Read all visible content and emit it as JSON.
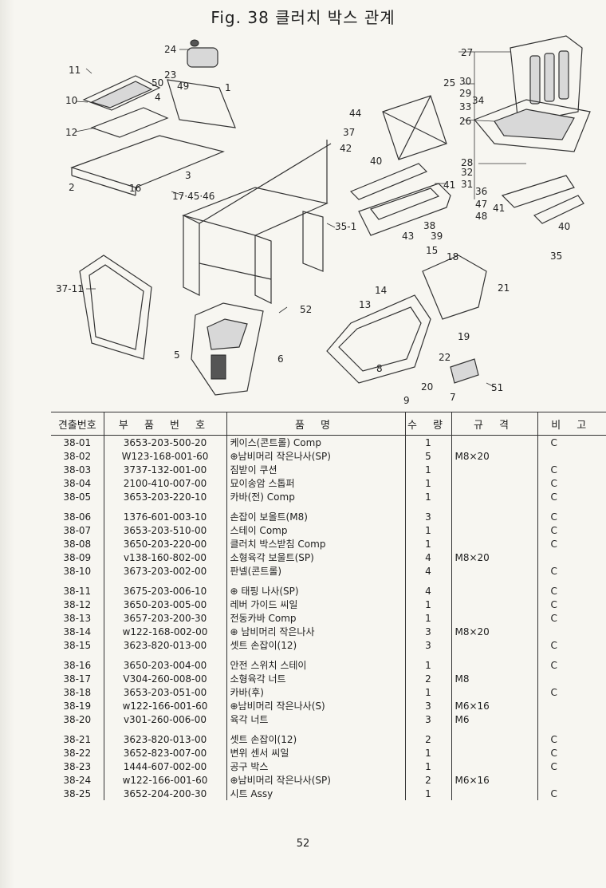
{
  "title": "Fig. 38  클러치 박스 관계",
  "callouts": [
    "24",
    "23",
    "11",
    "50",
    "49",
    "1",
    "10",
    "4",
    "12",
    "2",
    "3",
    "16",
    "17·45·46",
    "44",
    "37",
    "42",
    "40",
    "41",
    "43",
    "38",
    "39",
    "27",
    "25",
    "30",
    "29",
    "34",
    "33",
    "26",
    "28",
    "32",
    "31",
    "36",
    "47",
    "48",
    "41",
    "40",
    "35",
    "35-1",
    "37-11",
    "15",
    "18",
    "21",
    "14",
    "13",
    "52",
    "5",
    "6",
    "8",
    "9",
    "20",
    "22",
    "19",
    "7",
    "51"
  ],
  "table": {
    "headers": [
      "견출번호",
      "부 품 번 호",
      "품                명",
      "수 량",
      "규 격",
      "비 고"
    ],
    "groups": [
      [
        [
          "38-01",
          "3653-203-500-20",
          "케이스(콘트롤) Comp",
          "1",
          "",
          "C"
        ],
        [
          "38-02",
          "W123-168-001-60",
          "⊕남비머리 작은나사(SP)",
          "5",
          "M8×20",
          ""
        ],
        [
          "38-03",
          "3737-132-001-00",
          "짐받이 쿠션",
          "1",
          "",
          "C"
        ],
        [
          "38-04",
          "2100-410-007-00",
          "묘이송암 스톱퍼",
          "1",
          "",
          "C"
        ],
        [
          "38-05",
          "3653-203-220-10",
          "카바(전) Comp",
          "1",
          "",
          "C"
        ]
      ],
      [
        [
          "38-06",
          "1376-601-003-10",
          "손잡이 보올트(M8)",
          "3",
          "",
          "C"
        ],
        [
          "38-07",
          "3653-203-510-00",
          "스테이 Comp",
          "1",
          "",
          "C"
        ],
        [
          "38-08",
          "3650-203-220-00",
          "클러치 박스받침 Comp",
          "1",
          "",
          "C"
        ],
        [
          "38-09",
          "v138-160-802-00",
          "소형육각 보울트(SP)",
          "4",
          "M8×20",
          ""
        ],
        [
          "38-10",
          "3673-203-002-00",
          "판넬(콘트롤)",
          "4",
          "",
          "C"
        ]
      ],
      [
        [
          "38-11",
          "3675-203-006-10",
          "⊕ 태핑 나사(SP)",
          "4",
          "",
          "C"
        ],
        [
          "38-12",
          "3650-203-005-00",
          "레버 가이드 씨일",
          "1",
          "",
          "C"
        ],
        [
          "38-13",
          "3657-203-200-30",
          "전동카바 Comp",
          "1",
          "",
          "C"
        ],
        [
          "38-14",
          "w122-168-002-00",
          "⊕ 남비머리 작은나사",
          "3",
          "M8×20",
          ""
        ],
        [
          "38-15",
          "3623-820-013-00",
          "셋트 손잡이(12)",
          "3",
          "",
          "C"
        ]
      ],
      [
        [
          "38-16",
          "3650-203-004-00",
          "안전 스위치 스테이",
          "1",
          "",
          "C"
        ],
        [
          "38-17",
          "V304-260-008-00",
          "소형육각 너트",
          "2",
          "M8",
          ""
        ],
        [
          "38-18",
          "3653-203-051-00",
          "카바(후)",
          "1",
          "",
          "C"
        ],
        [
          "38-19",
          "w122-166-001-60",
          "⊕남비머리 작은나사(S)",
          "3",
          "M6×16",
          ""
        ],
        [
          "38-20",
          "v301-260-006-00",
          "육각 너트",
          "3",
          "M6",
          ""
        ]
      ],
      [
        [
          "38-21",
          "3623-820-013-00",
          "셋트 손잡이(12)",
          "2",
          "",
          "C"
        ],
        [
          "38-22",
          "3652-823-007-00",
          "변위 센서 씨일",
          "1",
          "",
          "C"
        ],
        [
          "38-23",
          "1444-607-002-00",
          "공구 박스",
          "1",
          "",
          "C"
        ],
        [
          "38-24",
          "w122-166-001-60",
          "⊕남비머리 작은나사(SP)",
          "2",
          "M6×16",
          ""
        ],
        [
          "38-25",
          "3652-204-200-30",
          "시트 Assy",
          "1",
          "",
          "C"
        ]
      ]
    ]
  },
  "page_number": "52"
}
